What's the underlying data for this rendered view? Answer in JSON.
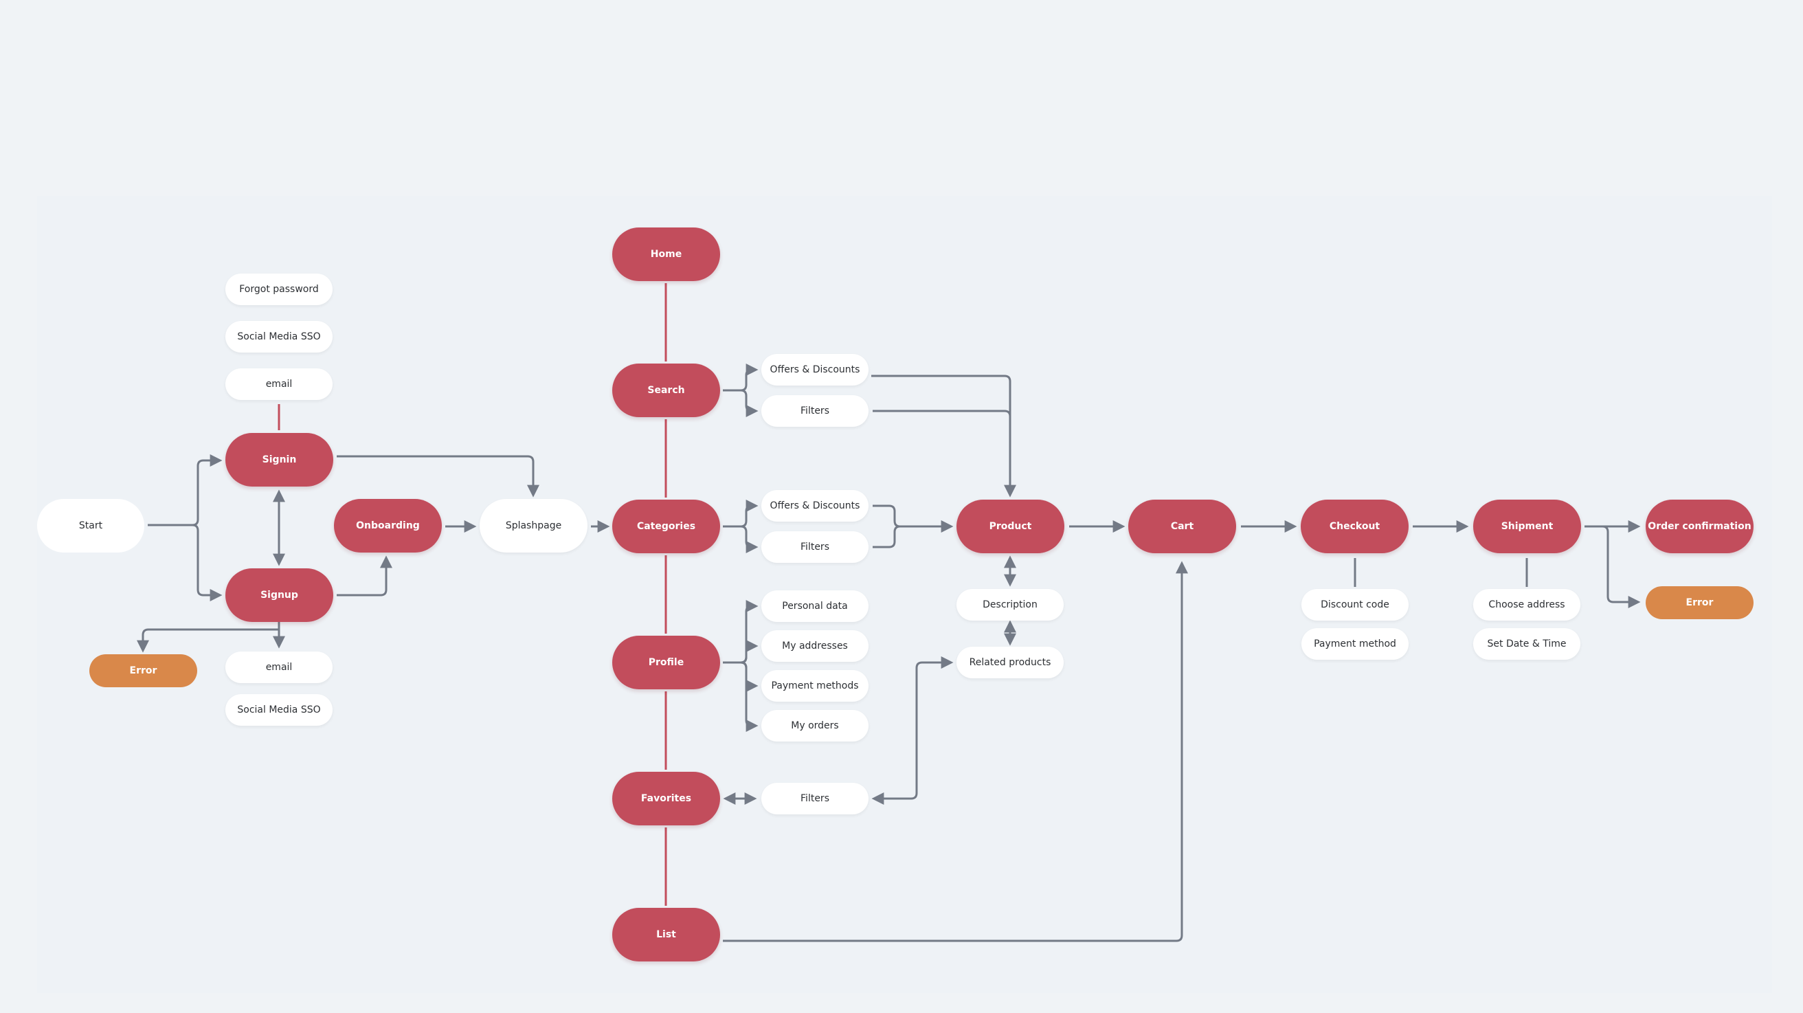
{
  "colors": {
    "background": "#f0f3f6",
    "primary": "#c24d5c",
    "secondary": "#ffffff",
    "error": "#d9884a",
    "connector": "#737a86",
    "primary_connector": "#c24d5c"
  },
  "nodes": {
    "start": "Start",
    "forgot_password": "Forgot password",
    "signin_social_sso": "Social Media SSO",
    "signin_email": "email",
    "signin": "Signin",
    "signup": "Signup",
    "signup_error": "Error",
    "signup_email": "email",
    "signup_social_sso": "Social Media SSO",
    "onboarding": "Onboarding",
    "splashpage": "Splashpage",
    "home": "Home",
    "search": "Search",
    "search_offers": "Offers & Discounts",
    "search_filters": "Filters",
    "categories": "Categories",
    "categories_offers": "Offers & Discounts",
    "categories_filters": "Filters",
    "profile": "Profile",
    "personal_data": "Personal data",
    "my_addresses": "My addresses",
    "payment_methods": "Payment methods",
    "my_orders": "My orders",
    "favorites": "Favorites",
    "favorites_filters": "Filters",
    "list": "List",
    "product": "Product",
    "description": "Description",
    "related_products": "Related products",
    "cart": "Cart",
    "checkout": "Checkout",
    "discount_code": "Discount code",
    "payment_method": "Payment method",
    "shipment": "Shipment",
    "choose_address": "Choose address",
    "set_date_time": "Set Date & Time",
    "order_confirmation": "Order confirmation",
    "order_error": "Error"
  }
}
